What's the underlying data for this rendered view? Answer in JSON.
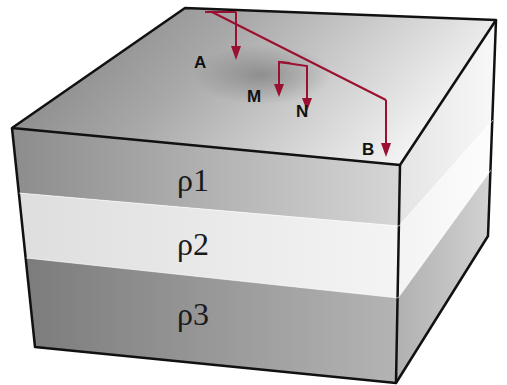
{
  "diagram": {
    "nodes": [
      {
        "text": [
          "ρ1"
        ]
      },
      {
        "text": [
          "ρ2"
        ]
      },
      {
        "text": [
          "ρ3"
        ]
      }
    ],
    "labels": [
      "A",
      "M",
      "N",
      "B"
    ]
  }
}
